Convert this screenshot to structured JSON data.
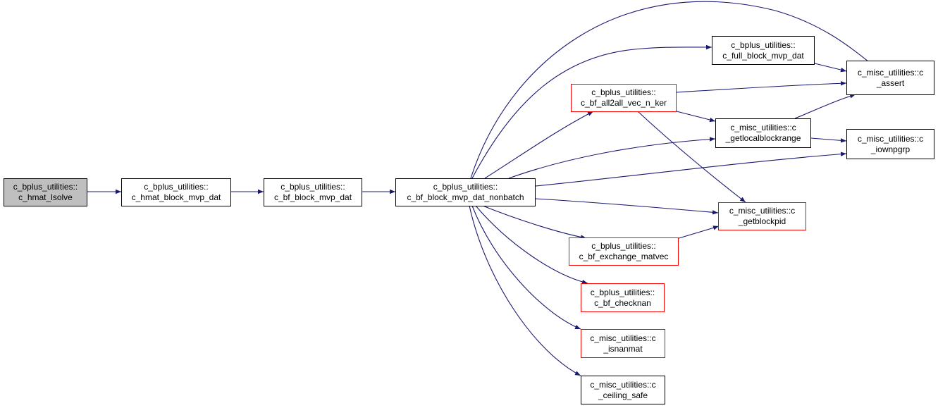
{
  "colors": {
    "edge": "#191970",
    "root_fill": "#bfbfbf",
    "border_default": "#000000",
    "border_incomplete": "#ff0000"
  },
  "nodes": {
    "n_hmat_lsolve": {
      "line1": "c_bplus_utilities::",
      "line2": "c_hmat_lsolve"
    },
    "n_hmat_block_mvp_dat": {
      "line1": "c_bplus_utilities::",
      "line2": "c_hmat_block_mvp_dat"
    },
    "n_bf_block_mvp_dat": {
      "line1": "c_bplus_utilities::",
      "line2": "c_bf_block_mvp_dat"
    },
    "n_bf_block_mvp_dat_nonbatch": {
      "line1": "c_bplus_utilities::",
      "line2": "c_bf_block_mvp_dat_nonbatch"
    },
    "n_full_block_mvp_dat": {
      "line1": "c_bplus_utilities::",
      "line2": "c_full_block_mvp_dat"
    },
    "n_bf_all2all_vec_n_ker": {
      "line1": "c_bplus_utilities::",
      "line2": "c_bf_all2all_vec_n_ker"
    },
    "n_c_assert": {
      "line1": "c_misc_utilities::c",
      "line2": "_assert"
    },
    "n_getlocalblockrange": {
      "line1": "c_misc_utilities::c",
      "line2": "_getlocalblockrange"
    },
    "n_iownpgrp": {
      "line1": "c_misc_utilities::c",
      "line2": "_iownpgrp"
    },
    "n_getblockpid": {
      "line1": "c_misc_utilities::c",
      "line2": "_getblockpid"
    },
    "n_bf_exchange_matvec": {
      "line1": "c_bplus_utilities::",
      "line2": "c_bf_exchange_matvec"
    },
    "n_bf_checknan": {
      "line1": "c_bplus_utilities::",
      "line2": "c_bf_checknan"
    },
    "n_isnanmat": {
      "line1": "c_misc_utilities::c",
      "line2": "_isnanmat"
    },
    "n_ceiling_safe": {
      "line1": "c_misc_utilities::c",
      "line2": "_ceiling_safe"
    }
  }
}
